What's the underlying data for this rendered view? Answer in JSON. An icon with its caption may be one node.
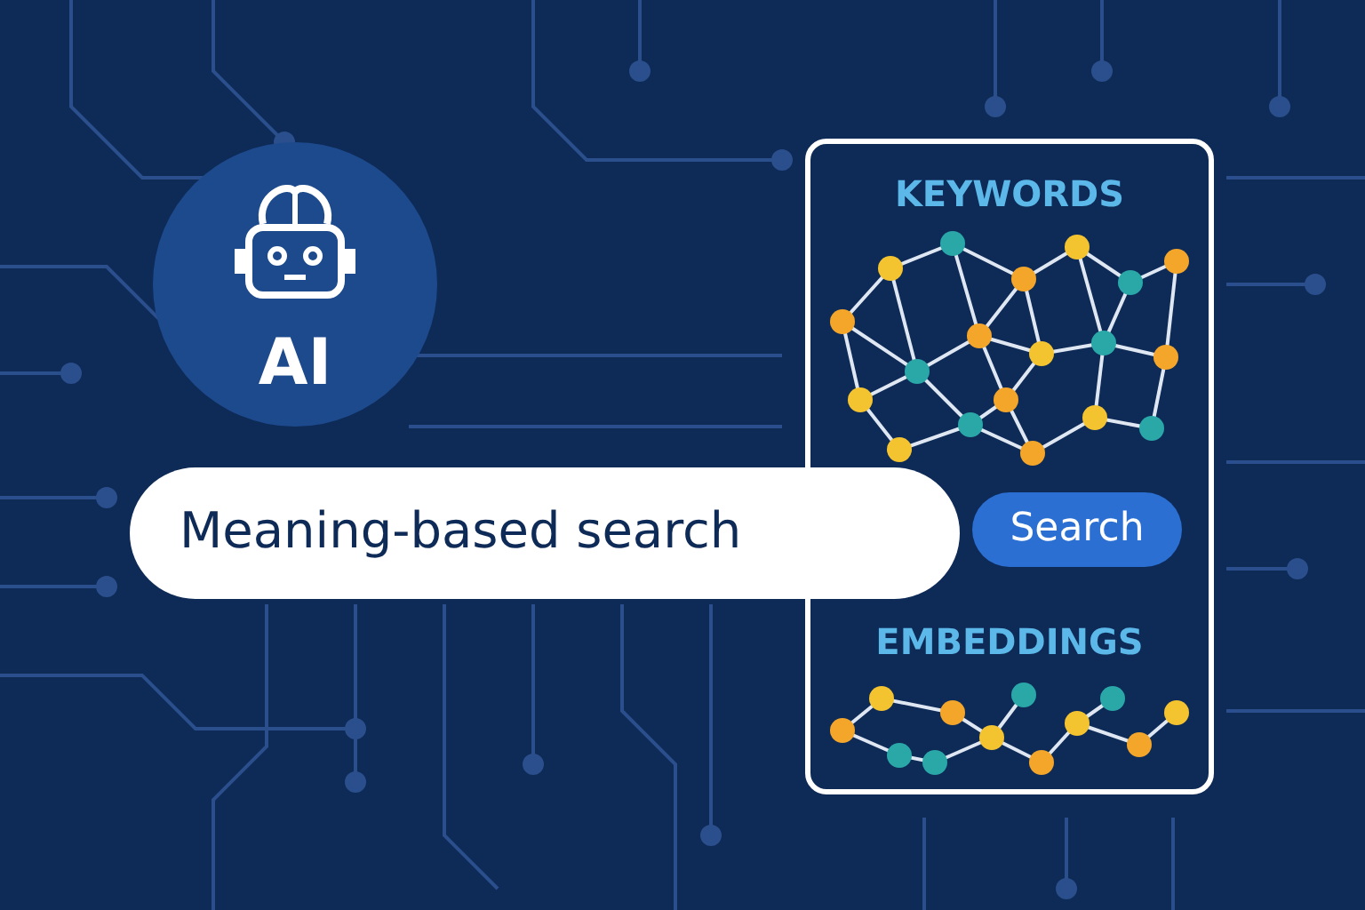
{
  "diagram": {
    "nodes": [
      {
        "text": [
          "AI"
        ]
      },
      {
        "text": [
          "Meaning-based search"
        ]
      },
      {
        "text": [
          "Search"
        ],
        "in": 3
      },
      {
        "text": [
          "KEYWORDS",
          "EMBEDDINGS"
        ]
      }
    ]
  }
}
